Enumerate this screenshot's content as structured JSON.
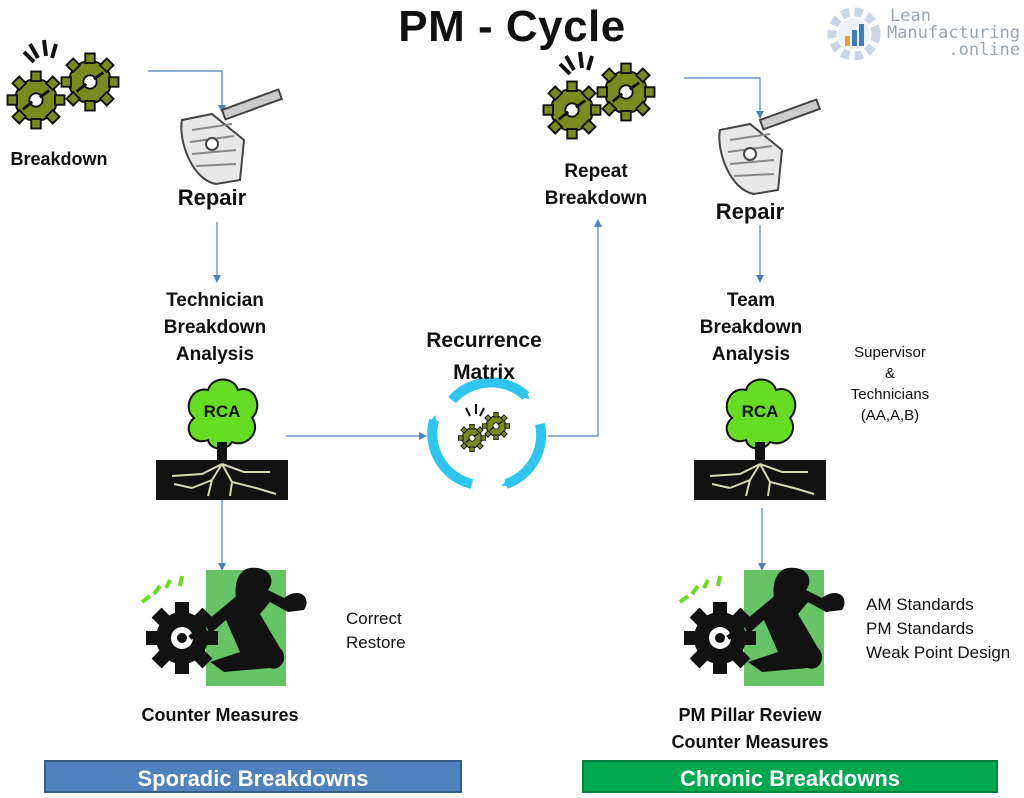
{
  "title": "PM - Cycle",
  "logo": {
    "line1": "Lean",
    "line2": "Manufacturing",
    "line3": ".online"
  },
  "left": {
    "breakdown": "Breakdown",
    "repair": "Repair",
    "analysis": [
      "Technician",
      "Breakdown",
      "Analysis"
    ],
    "rca": "RCA",
    "actions": [
      "Correct",
      "Restore"
    ],
    "counter": "Counter Measures",
    "band": "Sporadic Breakdowns"
  },
  "center": {
    "matrix": [
      "Recurrence",
      "Matrix"
    ]
  },
  "right": {
    "repeat": [
      "Repeat",
      "Breakdown"
    ],
    "repair": "Repair",
    "analysis": [
      "Team",
      "Breakdown",
      "Analysis"
    ],
    "team": [
      "Supervisor",
      "&",
      "Technicians",
      "(AA,A,B)"
    ],
    "rca": "RCA",
    "standards": [
      "AM Standards",
      "PM Standards",
      "Weak Point Design"
    ],
    "counter": [
      "PM Pillar Review",
      "Counter Measures"
    ],
    "band": "Chronic Breakdowns"
  },
  "colors": {
    "gear": "#7a8a1e",
    "tree": "#66dd22",
    "cycle_arrows": "#2ec6f0",
    "arrow": "#4f81bd",
    "sporadic": "#4f81bd",
    "chronic": "#00a950"
  }
}
